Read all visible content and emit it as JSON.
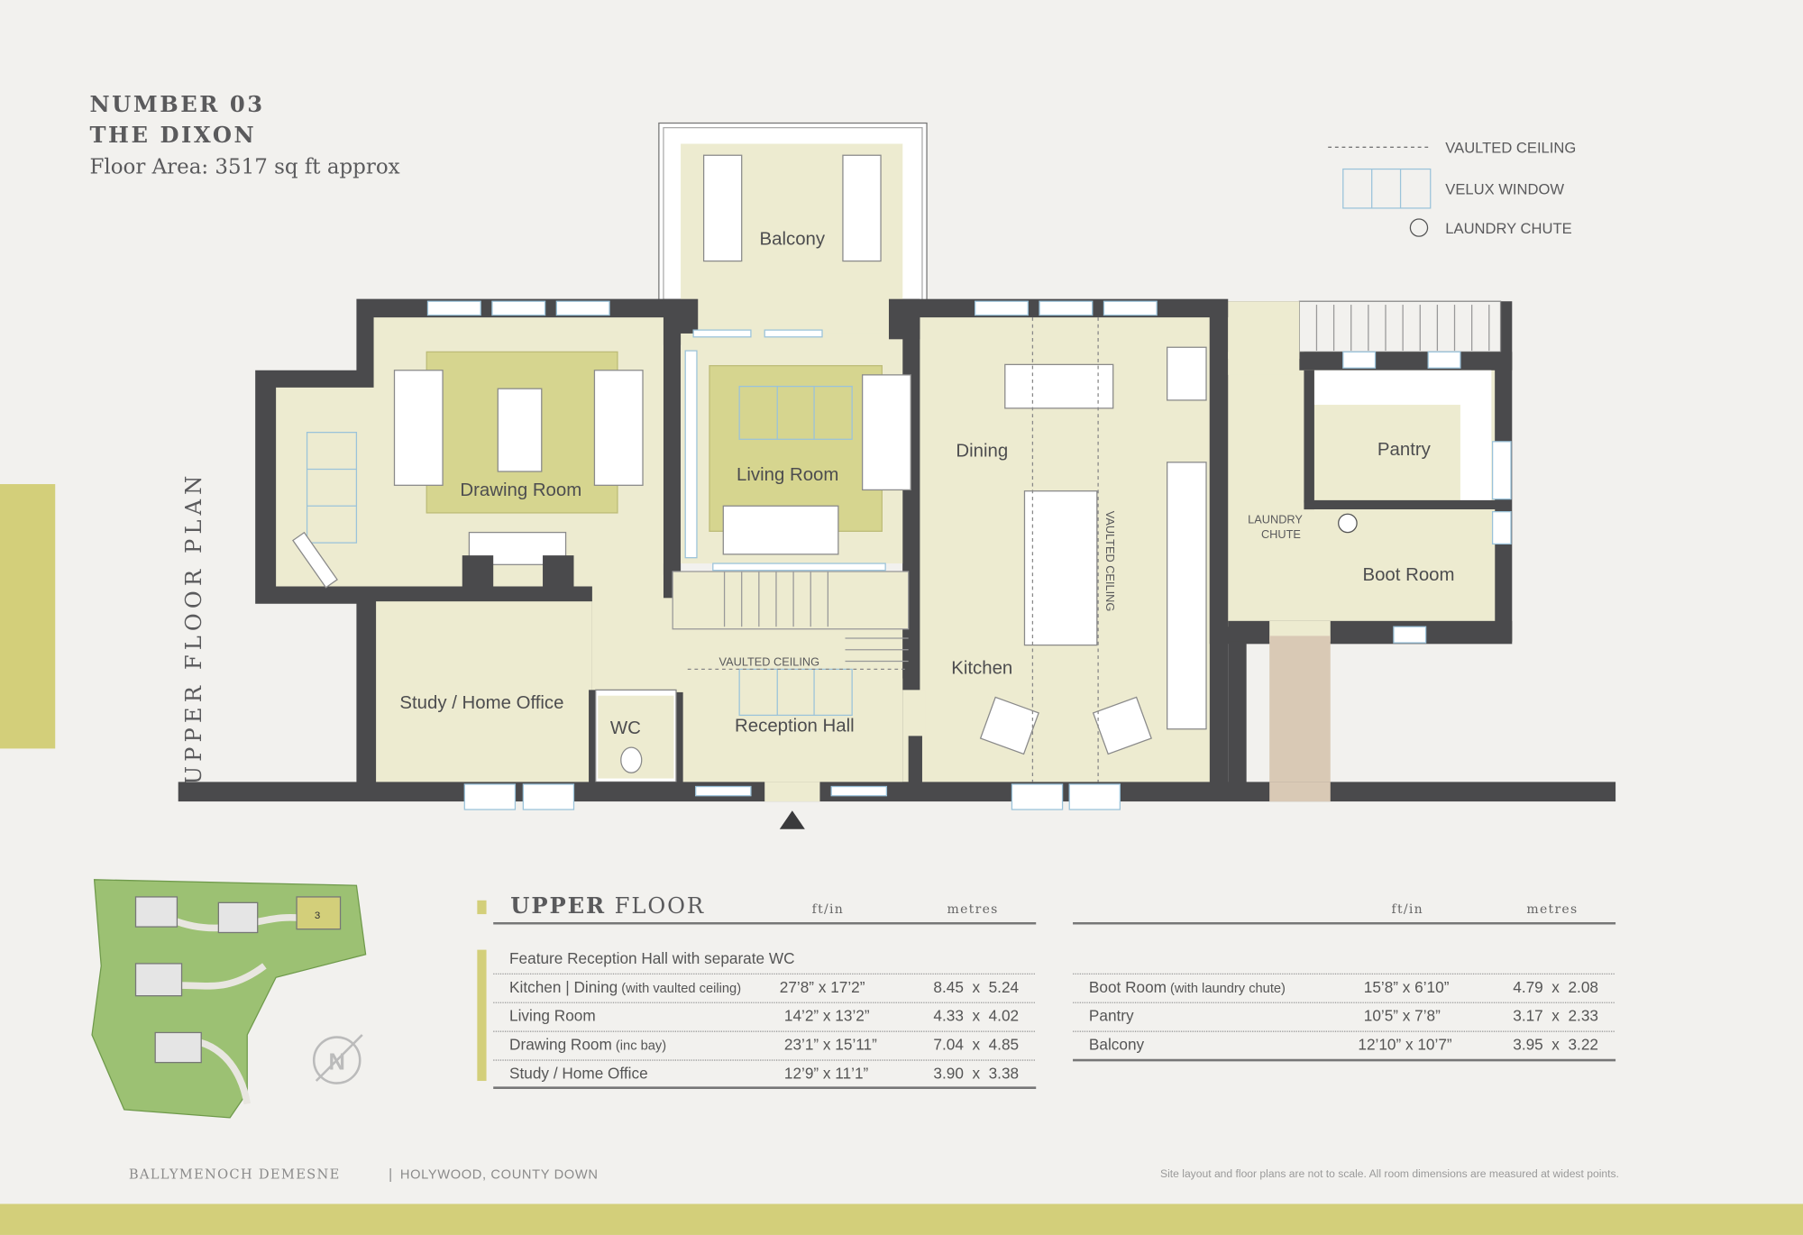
{
  "header": {
    "number": "NUMBER 03",
    "name": "THE DIXON",
    "floor_area": "Floor Area: 3517 sq ft approx"
  },
  "side_label": "UPPER FLOOR PLAN",
  "legend": {
    "vaulted_ceiling": "VAULTED CEILING",
    "velux_window": "VELUX WINDOW",
    "laundry_chute": "LAUNDRY CHUTE"
  },
  "rooms": {
    "balcony": "Balcony",
    "drawing_room": "Drawing Room",
    "living_room": "Living Room",
    "dining": "Dining",
    "kitchen": "Kitchen",
    "study": "Study / Home Office",
    "wc": "WC",
    "reception_hall": "Reception Hall",
    "pantry": "Pantry",
    "boot_room": "Boot Room",
    "laundry_chute_1": "LAUNDRY",
    "laundry_chute_2": "CHUTE",
    "vaulted_ceiling_kitchen": "VAULTED CEILING",
    "vaulted_ceiling_hall": "VAULTED CEILING"
  },
  "compass": "N",
  "site_plan_plot": "3",
  "table": {
    "title_bold": "UPPER",
    "title_rest": " FLOOR",
    "col_ft": "ft/in",
    "col_m": "metres",
    "feature": "Feature Reception Hall with separate WC",
    "left_rows": [
      {
        "name": "Kitchen | Dining",
        "note": " (with vaulted ceiling)",
        "ft": "27’8” x 17’2”",
        "m": "8.45  x  5.24"
      },
      {
        "name": "Living Room",
        "note": "",
        "ft": "14’2” x 13’2”",
        "m": "4.33  x  4.02"
      },
      {
        "name": "Drawing Room",
        "note": " (inc bay)",
        "ft": "23’1” x 15’11”",
        "m": "7.04  x  4.85"
      },
      {
        "name": "Study / Home Office",
        "note": "",
        "ft": "12’9” x 11’1”",
        "m": "3.90  x  3.38"
      }
    ],
    "right_rows": [
      {
        "name": "Boot Room",
        "note": " (with laundry chute)",
        "ft": "15’8” x 6’10”",
        "m": "4.79  x  2.08"
      },
      {
        "name": "Pantry",
        "note": "",
        "ft": "10’5” x 7’8”",
        "m": "3.17  x  2.33"
      },
      {
        "name": "Balcony",
        "note": "",
        "ft": "12’10” x 10’7”",
        "m": "3.95  x  3.22"
      }
    ]
  },
  "footer": {
    "development": "BALLYMENOCH DEMESNE",
    "separator": "|",
    "location": "HOLYWOOD, COUNTY DOWN",
    "disclaimer": "Site layout and floor plans are not to scale. All room dimensions are measured at widest points."
  },
  "colors": {
    "background": "#f2f1ee",
    "accent": "#d3cf7a",
    "wall": "#4a4a4c",
    "room": "#edebd0",
    "rug": "#d6d58f",
    "path": "#d9c9b5",
    "window": "#9bc3da"
  }
}
